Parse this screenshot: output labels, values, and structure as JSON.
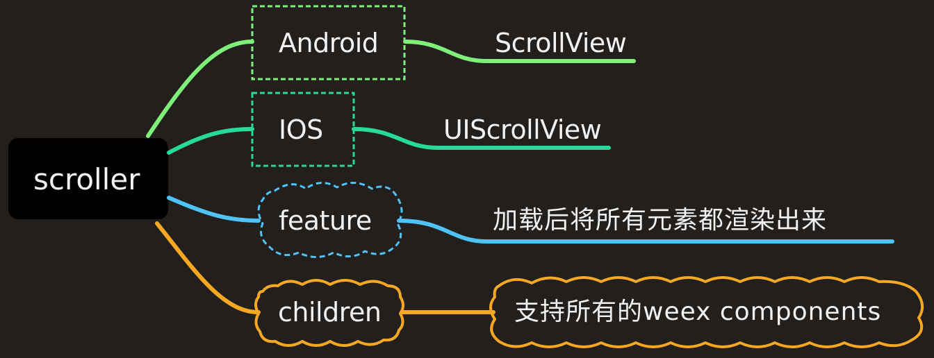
{
  "root": {
    "label": "scroller"
  },
  "branches": [
    {
      "id": "android",
      "label": "Android",
      "leaf": "ScrollView",
      "color": "#7ef07a",
      "shape": "dashed-box"
    },
    {
      "id": "ios",
      "label": "IOS",
      "leaf": "UIScrollView",
      "color": "#27d99a",
      "shape": "dashed-box"
    },
    {
      "id": "feature",
      "label": "feature",
      "leaf": "加载后将所有元素都渲染出来",
      "color": "#4fc3f7",
      "shape": "dashed-cloud"
    },
    {
      "id": "children",
      "label": "children",
      "leaf": "支持所有的weex components",
      "color": "#f7a823",
      "shape": "cloud"
    }
  ]
}
